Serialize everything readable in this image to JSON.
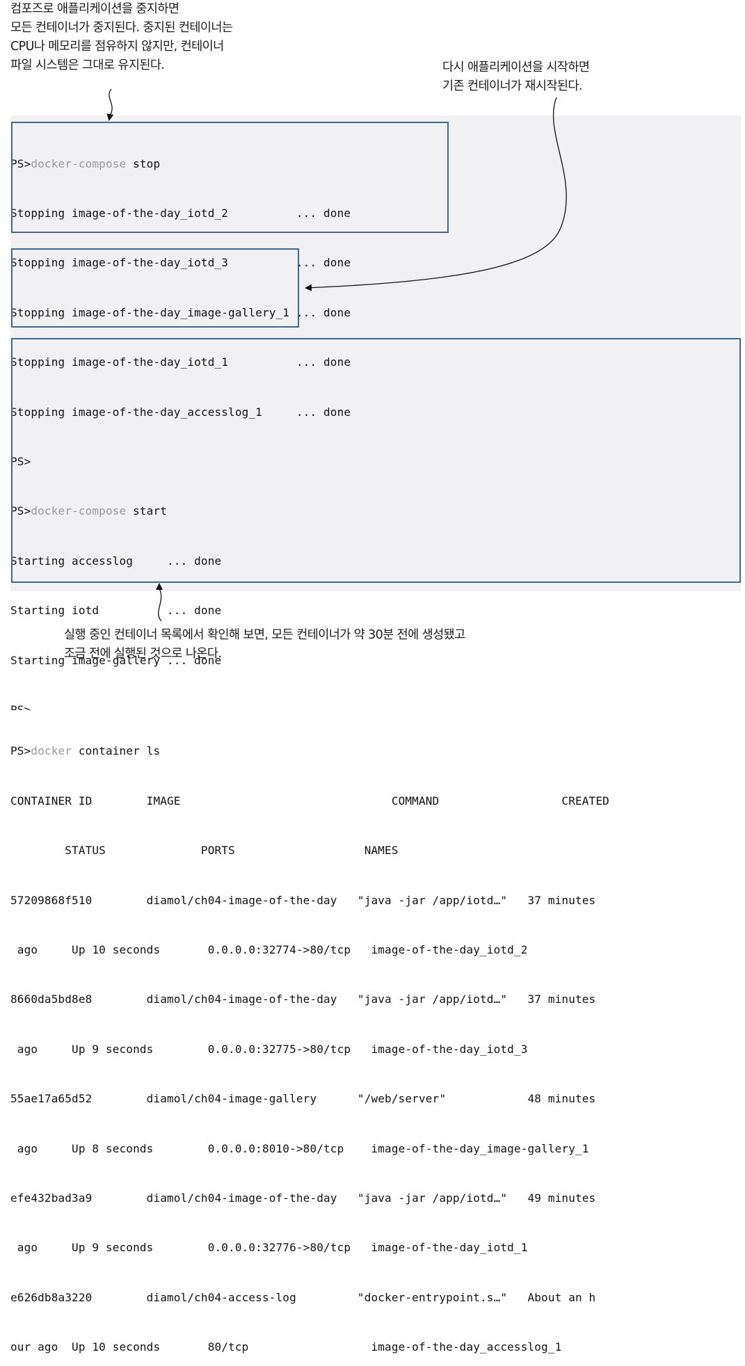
{
  "annotations": {
    "stop_note": [
      "컴포즈로 애플리케이션을 중지하면",
      "모든 컨테이너가 중지된다. 중지된 컨테이너는",
      "CPU나 메모리를 점유하지 않지만, 컨테이너",
      "파일 시스템은 그대로 유지된다."
    ],
    "start_note": [
      "다시 애플리케이션을 시작하면",
      "기존 컨테이너가 재시작된다."
    ],
    "list_note": [
      "실행 중인 컨테이너 목록에서 확인해 보면, 모든 컨테이너가 약 30분 전에 생성됐고",
      "조금 전에 실행된 것으로 나온다."
    ]
  },
  "terminal": {
    "prompt": "PS>",
    "stop_cmd": {
      "program": "docker-compose",
      "args": " stop"
    },
    "stop_output": [
      "Stopping image-of-the-day_iotd_2          ... done",
      "Stopping image-of-the-day_iotd_3          ... done",
      "Stopping image-of-the-day_image-gallery_1 ... done",
      "Stopping image-of-the-day_iotd_1          ... done",
      "Stopping image-of-the-day_accesslog_1     ... done"
    ],
    "start_cmd": {
      "program": "docker-compose",
      "args": " start"
    },
    "start_output": [
      "Starting accesslog     ... done",
      "Starting iotd          ... done",
      "Starting image-gallery ... done"
    ],
    "ls_cmd": {
      "program": "docker",
      "args": " container ls"
    },
    "ls_output": [
      "CONTAINER ID        IMAGE                               COMMAND                  CREATED",
      "        STATUS              PORTS                   NAMES",
      "57209868f510        diamol/ch04-image-of-the-day   \"java -jar /app/iotd…\"   37 minutes",
      " ago     Up 10 seconds       0.0.0.0:32774->80/tcp   image-of-the-day_iotd_2",
      "8660da5bd8e8        diamol/ch04-image-of-the-day   \"java -jar /app/iotd…\"   37 minutes",
      " ago     Up 9 seconds        0.0.0.0:32775->80/tcp   image-of-the-day_iotd_3",
      "55ae17a65d52        diamol/ch04-image-gallery      \"/web/server\"            48 minutes",
      " ago     Up 8 seconds        0.0.0.0:8010->80/tcp    image-of-the-day_image-gallery_1",
      "efe432bad3a9        diamol/ch04-image-of-the-day   \"java -jar /app/iotd…\"   49 minutes",
      " ago     Up 9 seconds        0.0.0.0:32776->80/tcp   image-of-the-day_iotd_1",
      "e626db8a3220        diamol/ch04-access-log         \"docker-entrypoint.s…\"   About an h",
      "our ago  Up 10 seconds       80/tcp                  image-of-the-day_accesslog_1"
    ]
  },
  "colors": {
    "terminal_bg": "#f1f1f3",
    "highlight_border": "#3d6a8e",
    "dim_text": "#9a9a9a"
  }
}
